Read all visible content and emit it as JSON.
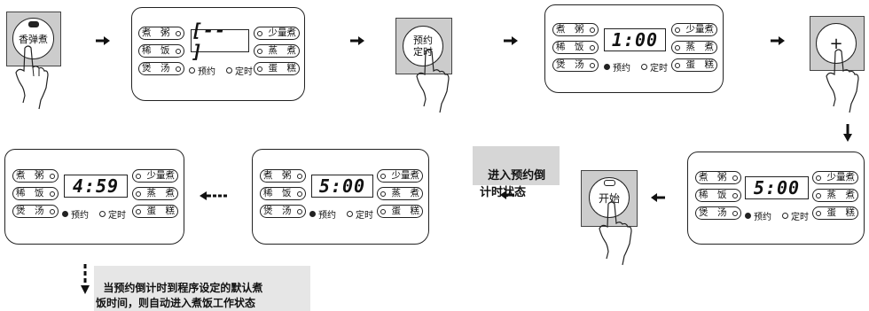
{
  "step1": {
    "button_label": "香弹煮"
  },
  "panel_labels": {
    "zhou": "煮　粥",
    "xifan": "稀　饭",
    "tang": "煲　汤",
    "shaoliang": "少量煮",
    "zheng": "蒸　煮",
    "dangao": "蛋　糕",
    "yuyue": "预约",
    "dingshi": "定时"
  },
  "panels": [
    {
      "display": "[-- ]"
    },
    {
      "display": "1:00"
    },
    {
      "display": "5:00"
    },
    {
      "display": "5:00"
    },
    {
      "display": "4:59"
    }
  ],
  "step2": {
    "button_label": "预约\n定时"
  },
  "step3": {
    "button_label": "+"
  },
  "step4": {
    "button_label": "开始"
  },
  "state_box": "进入预约倒\n计时状态",
  "final_note": "当预约倒计时到程序设定的默认煮\n饭时间，则自动进入煮饭工作状态"
}
